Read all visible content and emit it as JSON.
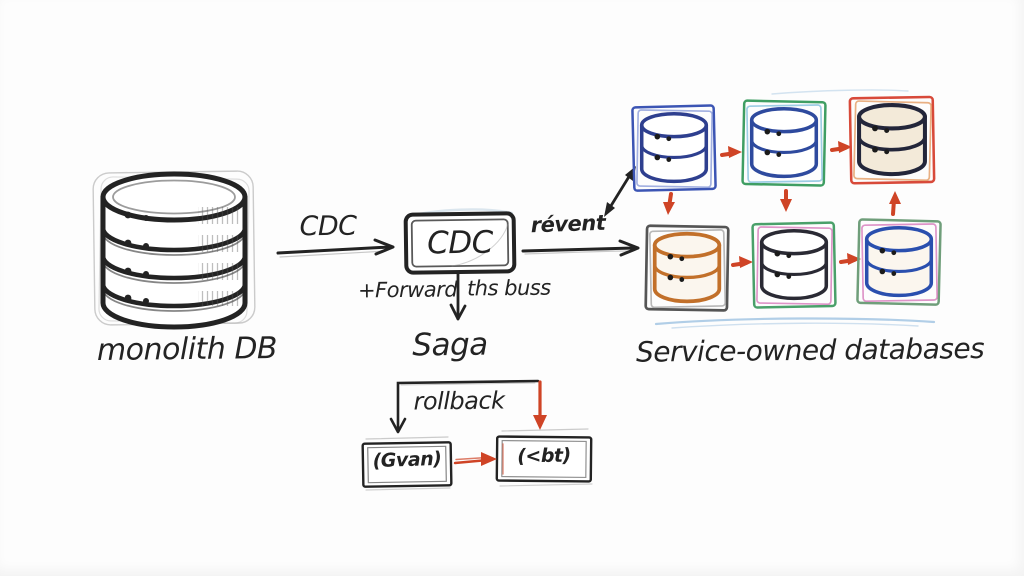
{
  "colors": {
    "ink": "#232323",
    "red_arrow": "#cf4426",
    "sketch_gray": "#9a9a9a",
    "underline_blue": "#a9c9e4",
    "paper": "#fdfdfd"
  },
  "monolith": {
    "label": "monolith DB"
  },
  "cdc": {
    "arrow_label": "CDC",
    "box_label": "CDC",
    "event_label": "révent",
    "forward_label": "+Forward",
    "bus_label": "ths buss"
  },
  "saga": {
    "label": "Saga",
    "rollback_label": "rollback",
    "left_box_label": "(Gvan)",
    "right_box_label": "(<bt)"
  },
  "services": {
    "label": "Service-owned databases",
    "items": [
      {
        "name": "service-db-top-left",
        "frame": "#3c55b4",
        "cylinder": "#2e3f8f",
        "accent": "#7b8fd4",
        "fill": "#ffffff"
      },
      {
        "name": "service-db-top-middle",
        "frame": "#3f9e63",
        "cylinder": "#2e4a9e",
        "accent": "#74b8d8",
        "fill": "#ffffff"
      },
      {
        "name": "service-db-top-right",
        "frame": "#d84a3a",
        "cylinder": "#23263a",
        "accent": "#e08f4f",
        "fill": "#f3ead9"
      },
      {
        "name": "service-db-bottom-left",
        "frame": "#555555",
        "cylinder": "#c2702a",
        "accent": "#9a9a9a",
        "fill": "#fbf6ee"
      },
      {
        "name": "service-db-bottom-middle",
        "frame": "#4aa06a",
        "cylinder": "#2a2a34",
        "accent": "#d066b0",
        "fill": "#ffffff"
      },
      {
        "name": "service-db-bottom-right",
        "frame": "#6f9e7a",
        "cylinder": "#2a4fae",
        "accent": "#d066b0",
        "fill": "#fbf6ee"
      }
    ]
  }
}
